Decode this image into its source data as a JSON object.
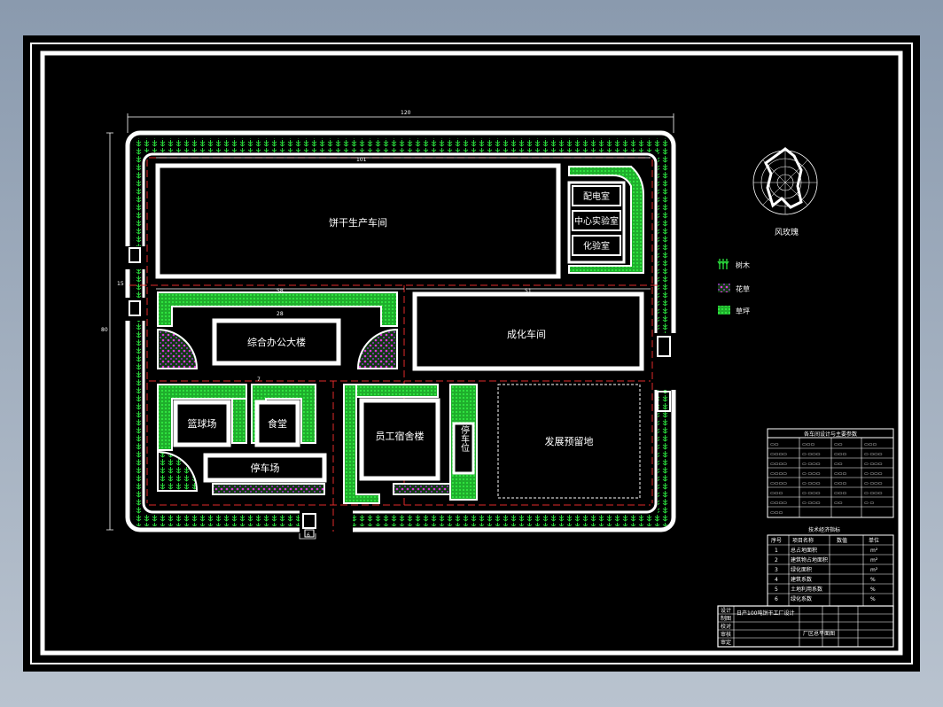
{
  "buildings": {
    "biscuit_workshop": "饼干生产车间",
    "power_room": "配电室",
    "central_lab": "中心实验室",
    "chem_lab": "化验室",
    "office_building": "综合办公大楼",
    "baking_workshop": "成化车间",
    "basketball": "篮球场",
    "canteen": "食堂",
    "parking_lot": "停车场",
    "dormitory": "员工宿舍楼",
    "parking_space": "停车位",
    "reserve_land": "发展预留地"
  },
  "compass": {
    "label": "风玫瑰"
  },
  "legend": [
    {
      "icon": "tree-icon",
      "label": "树木",
      "color": "#22c22e"
    },
    {
      "icon": "flower-icon",
      "label": "花草",
      "color": "#e23be2"
    },
    {
      "icon": "lawn-icon",
      "label": "草坪",
      "color": "#22c22e"
    }
  ],
  "dims": {
    "overall_width": "120",
    "overall_height": "80",
    "inner_width": "101",
    "mid_a": "58",
    "mid_b": "51",
    "left_gap": "15",
    "road_gap": "6",
    "office_w": "28",
    "canteen_sp": "7"
  },
  "table1": {
    "title": "各车间设计与主要参数"
  },
  "table2": {
    "title": "技术经济指标",
    "headers": [
      "序号",
      "项目名称",
      "数值",
      "单位"
    ],
    "rows": [
      [
        "1",
        "总占地面积",
        "",
        "m²"
      ],
      [
        "2",
        "建筑物占地面积",
        "",
        "m²"
      ],
      [
        "3",
        "绿化面积",
        "",
        "m²"
      ],
      [
        "4",
        "建筑系数",
        "",
        "%"
      ],
      [
        "5",
        "土地利用系数",
        "",
        "%"
      ],
      [
        "6",
        "绿化系数",
        "",
        "%"
      ]
    ]
  },
  "title_block": {
    "project": "日产100吨饼干工厂设计",
    "drawing_name": "厂区总平面图",
    "row_labels": [
      "设计",
      "制图",
      "校对",
      "审核",
      "审定"
    ]
  }
}
